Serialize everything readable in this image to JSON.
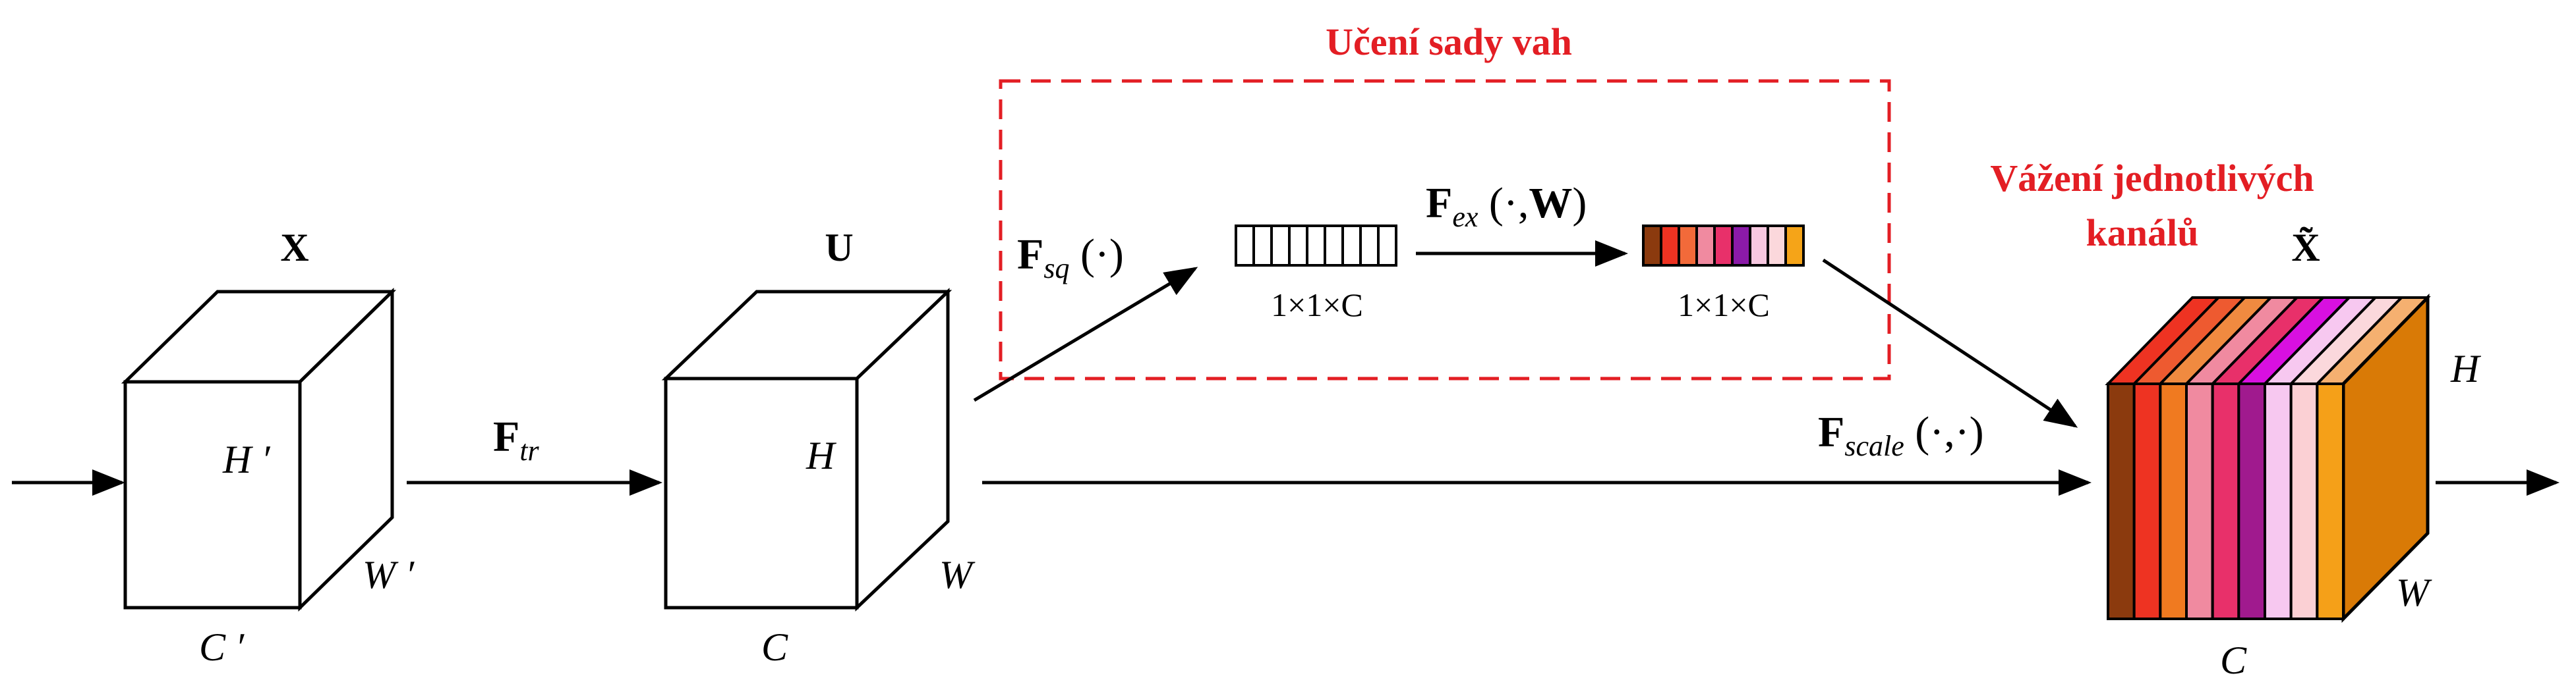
{
  "colors": {
    "annotation_red": "#e31e24",
    "stroke": "#000000",
    "face": "#ffffff",
    "x_tilde_right_face": "#d97a06",
    "x_tilde_top_face": "#e08a2a"
  },
  "weight_vector_colors": [
    "#8b3a0e",
    "#ee3322",
    "#f26a3a",
    "#f08aa0",
    "#e8306a",
    "#8b1aa8",
    "#f7c8e0",
    "#fbd8dc",
    "#f5a418"
  ],
  "x_tilde_front_stripes": [
    "#8b3a0e",
    "#ee3322",
    "#f07a20",
    "#f08aa0",
    "#e8306a",
    "#a01a8e",
    "#f7c8f0",
    "#fbd0d4",
    "#f5a018"
  ],
  "x_tilde_top_stripes": [
    "#ee3322",
    "#ee5a30",
    "#f08a40",
    "#f08aa0",
    "#e8306a",
    "#d810e0",
    "#f7c8f0",
    "#fbd8dc",
    "#f5b070"
  ],
  "labels": {
    "box_title": "Učení sady vah",
    "channel_weighting_line1": "Vážení jednotlivých",
    "channel_weighting_line2": "kanálů",
    "x": "X",
    "u": "U",
    "x_tilde": "X̃",
    "h_prime": "H ′",
    "w_prime": "W ′",
    "c_prime": "C ′",
    "h": "H",
    "w": "W",
    "c": "C",
    "f_tr_main": "F",
    "f_tr_sub": "tr",
    "f_sq_main": "F",
    "f_sq_sub": "sq",
    "f_sq_arg": " (·)",
    "f_ex_main": "F",
    "f_ex_sub": "ex",
    "f_ex_arg_open": " (·,",
    "f_ex_arg_w": "W",
    "f_ex_arg_close": ")",
    "f_scale_main": "F",
    "f_scale_sub": "scale",
    "f_scale_arg": " (·,·)",
    "dim_squeeze": "1×1×C",
    "dim_excite": "1×1×C"
  }
}
